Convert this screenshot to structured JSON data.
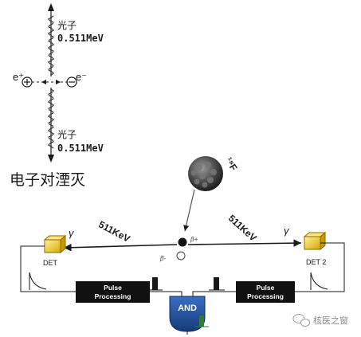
{
  "annihilation": {
    "photon_top_label": "光子",
    "photon_top_energy": "0.511MeV",
    "photon_bottom_label": "光子",
    "photon_bottom_energy": "0.511MeV",
    "positron_label": "e⁺",
    "electron_label": "e⁻",
    "caption": "电子对湮灭"
  },
  "pet": {
    "nucleus_label": "¹⁸F",
    "beta_label": "β+",
    "beta_small_label": "β-",
    "gamma_left": "γ",
    "gamma_right": "γ",
    "energy_left": "511KeV",
    "energy_right": "511KeV",
    "det_left": "DET",
    "det_right": "DET 2",
    "pulse_left_line1": "Pulse",
    "pulse_left_line2": "Processing",
    "pulse_right_line1": "Pulse",
    "pulse_right_line2": "Processing",
    "and_gate": "AND"
  },
  "watermark": "核医之窗",
  "colors": {
    "line": "#1a1a1a",
    "pulse_box": "#111111",
    "pulse_text": "#ffffff",
    "and_gate": "#1f4e9a",
    "detector": "#f0d23a",
    "output_pulse": "#2e7d32",
    "wave": "#333333",
    "nucleus": "#444444"
  },
  "icons": [
    "detector-icon",
    "nucleus-icon",
    "wechat-icon"
  ]
}
